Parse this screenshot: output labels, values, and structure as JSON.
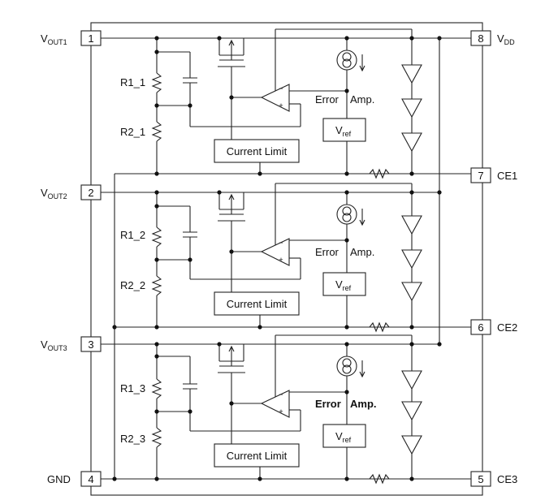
{
  "pins": {
    "p1": {
      "num": "1",
      "name": "V",
      "sub": "OUT1"
    },
    "p2": {
      "num": "2",
      "name": "V",
      "sub": "OUT2"
    },
    "p3": {
      "num": "3",
      "name": "V",
      "sub": "OUT3"
    },
    "p4": {
      "num": "4",
      "name": "GND"
    },
    "p5": {
      "num": "5",
      "name": "CE3"
    },
    "p6": {
      "num": "6",
      "name": "CE2"
    },
    "p7": {
      "num": "7",
      "name": "CE1"
    },
    "p8": {
      "num": "8",
      "name": "V",
      "sub": "DD"
    }
  },
  "channels": [
    {
      "r1": "R1_1",
      "r2": "R2_1",
      "current_limit": "Current Limit",
      "error_amp": "Error",
      "amp": "Amp.",
      "vref": "V",
      "vref_sub": "ref",
      "minus": "−",
      "plus": "+"
    },
    {
      "r1": "R1_2",
      "r2": "R2_2",
      "current_limit": "Current Limit",
      "error_amp": "Error",
      "amp": "Amp.",
      "vref": "V",
      "vref_sub": "ref",
      "minus": "−",
      "plus": "+"
    },
    {
      "r1": "R1_3",
      "r2": "R2_3",
      "current_limit": "Current Limit",
      "error_amp": "Error",
      "amp": "Amp.",
      "vref": "V",
      "vref_sub": "ref",
      "minus": "−",
      "plus": "+"
    }
  ]
}
